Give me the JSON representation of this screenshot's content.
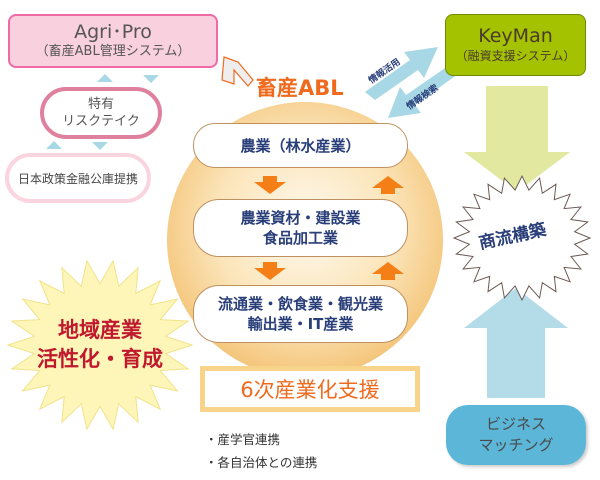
{
  "agripro": {
    "title": "Agri･Pro",
    "subtitle": "（畜産ABL管理システム）"
  },
  "risk": {
    "line1": "特有",
    "line2": "リスクテイク"
  },
  "jfc": {
    "label": "日本政策金融公庫提携"
  },
  "abl": {
    "label": "畜産ABL"
  },
  "keyman": {
    "title": "KeyMan",
    "subtitle": "（融資支援システム）"
  },
  "info_use": {
    "label": "情報活用"
  },
  "info_search": {
    "label": "情報検索"
  },
  "industries": [
    {
      "line1": "農業（林水産業）",
      "line2": ""
    },
    {
      "line1": "農業資材・建設業",
      "line2": "食品加工業"
    },
    {
      "line1": "流通業・飲食業・観光業",
      "line2": "輸出業・IT産業"
    }
  ],
  "sixth": {
    "label": "6次産業化支援"
  },
  "bullets": [
    "・産学官連携",
    "・各自治体との連携"
  ],
  "commerce": {
    "label": "商流構築"
  },
  "regional": {
    "line1": "地域産業",
    "line2": "活性化・育成"
  },
  "matching": {
    "line1": "ビジネス",
    "line2": "マッチング"
  },
  "colors": {
    "orange": "#f06a1e",
    "navy": "#2a3f7a",
    "green": "#a4c200",
    "blue": "#5bb6d8",
    "pink": "#f9d0de"
  }
}
